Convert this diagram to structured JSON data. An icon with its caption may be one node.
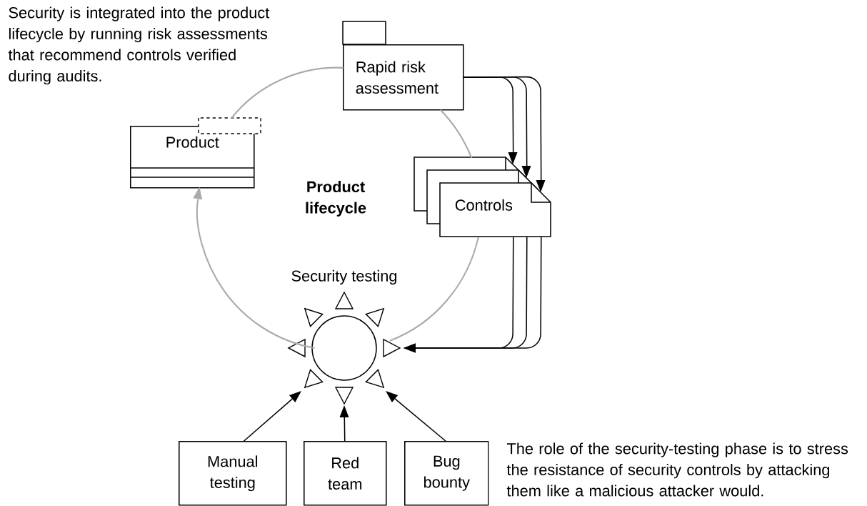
{
  "diagram": {
    "nodes": [
      {
        "text": [
          "Product"
        ]
      },
      {
        "text": [
          "Rapid risk assessment"
        ]
      },
      {
        "text": [
          "Controls"
        ]
      },
      {
        "text": [],
        "shape": "circle",
        "beside": [
          "Security testing"
        ]
      },
      {
        "text": [
          "Manual testing"
        ]
      },
      {
        "text": [
          "Red team"
        ]
      },
      {
        "text": [
          "Bug bounty"
        ]
      }
    ],
    "edges": [
      {
        "from": 0,
        "to": 1,
        "arrow": "none",
        "color": "#aaaaaa"
      },
      {
        "from": 1,
        "to": 2,
        "arrow": "none",
        "color": "#aaaaaa"
      },
      {
        "from": 2,
        "to": 3,
        "arrow": "none",
        "color": "#aaaaaa"
      },
      {
        "from": 3,
        "to": 0,
        "arrow": "to",
        "color": "#aaaaaa"
      },
      {
        "from": 1,
        "to": 2,
        "arrow": "to"
      },
      {
        "from": 1,
        "to": 2,
        "arrow": "to"
      },
      {
        "from": 1,
        "to": 2,
        "arrow": "to"
      },
      {
        "from": 2,
        "to": 3,
        "arrow": "to"
      },
      {
        "from": 2,
        "to": 3,
        "arrow": "to"
      },
      {
        "from": 2,
        "to": 3,
        "arrow": "to"
      },
      {
        "from": 4,
        "to": 3,
        "arrow": "to"
      },
      {
        "from": 5,
        "to": 3,
        "arrow": "to"
      },
      {
        "from": 6,
        "to": 3,
        "arrow": "to"
      }
    ],
    "labels": [
      "Security is integrated into the product lifecycle by running risk assessments that recommend controls verified during audits.",
      "Product lifecycle",
      "The role of the security-testing phase is to stress the resistance of security controls by attacking them like a malicious attacker would."
    ]
  }
}
